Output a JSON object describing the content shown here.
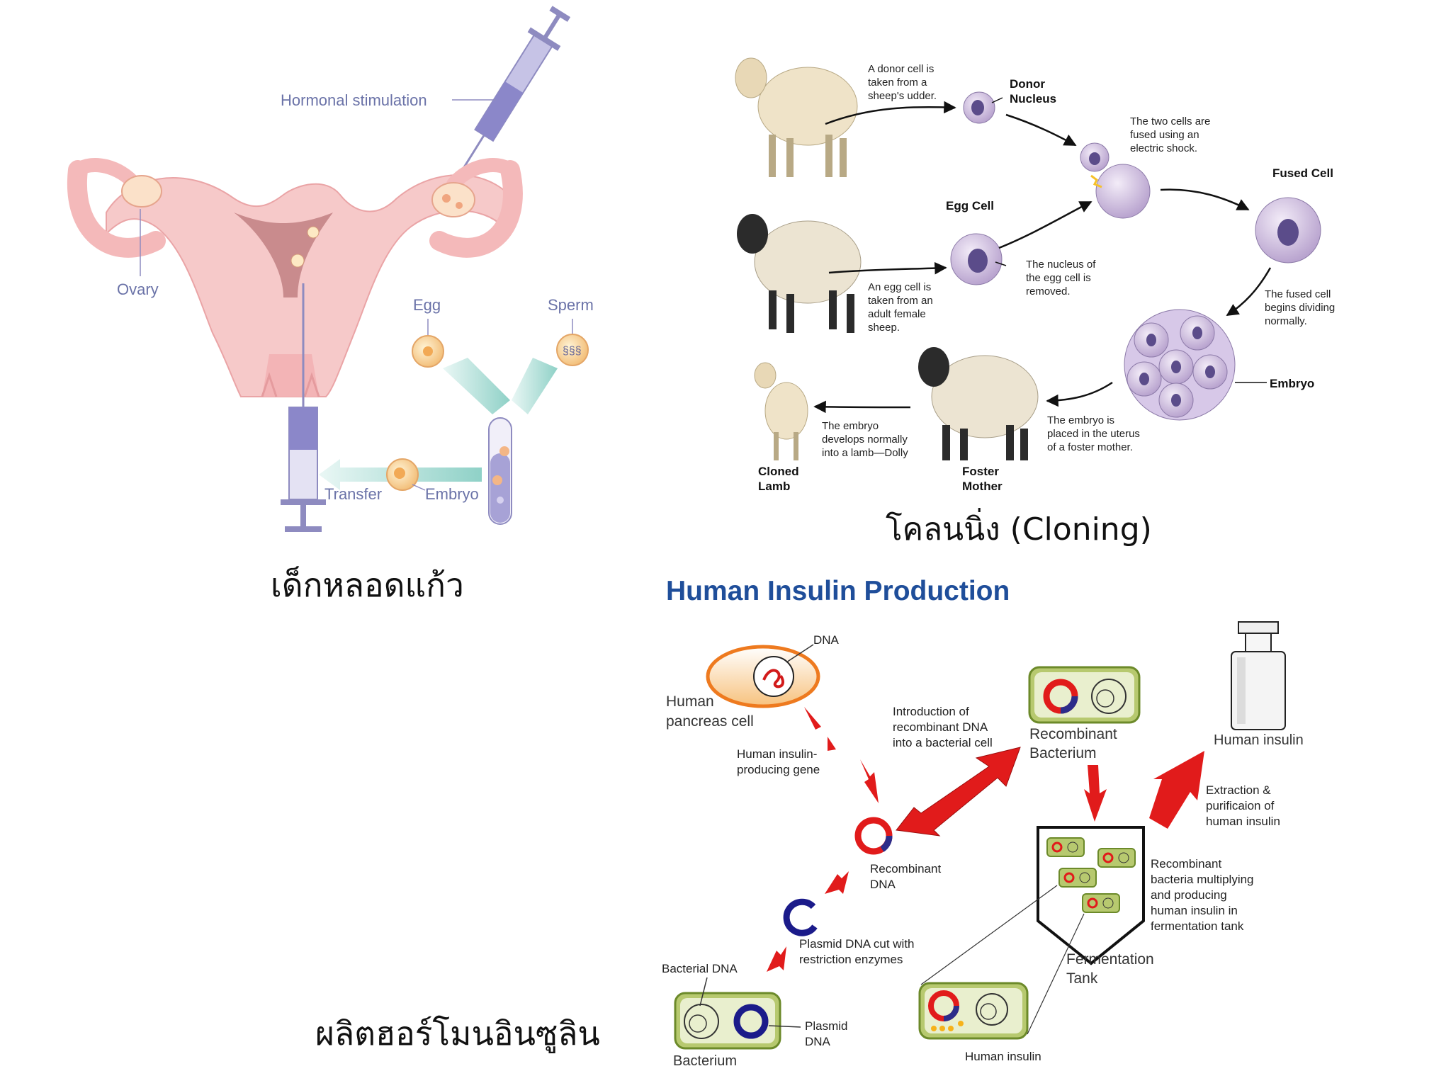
{
  "ivf": {
    "hormonal_stimulation": "Hormonal stimulation",
    "ovary": "Ovary",
    "egg": "Egg",
    "sperm": "Sperm",
    "transfer": "Transfer",
    "embryo": "Embryo",
    "caption": "เด็กหลอดแก้ว"
  },
  "cloning": {
    "donor_text": [
      "A donor cell is",
      "taken from a",
      "sheep's udder."
    ],
    "donor_nucleus": [
      "Donor",
      "Nucleus"
    ],
    "fused_text": [
      "The two cells are",
      "fused using an",
      "electric shock."
    ],
    "fused_cell": "Fused Cell",
    "egg_cell": "Egg Cell",
    "nucleus_removed": [
      "The nucleus of",
      "the egg cell is",
      "removed."
    ],
    "egg_taken": [
      "An egg cell is",
      "taken from an",
      "adult female",
      "sheep."
    ],
    "begins_dividing": [
      "The fused cell",
      "begins dividing",
      "normally."
    ],
    "embryo": "Embryo",
    "placed": [
      "The embryo is",
      "placed in the uterus",
      "of a foster mother."
    ],
    "develops": [
      "The embryo",
      "develops normally",
      "into a lamb—Dolly"
    ],
    "cloned_lamb": [
      "Cloned",
      "Lamb"
    ],
    "foster_mother": [
      "Foster",
      "Mother"
    ],
    "caption": "โคลนนิ่ง  (Cloning)"
  },
  "insulin": {
    "title": "Human Insulin Production",
    "dna": "DNA",
    "pancreas_cell": [
      "Human",
      "pancreas cell"
    ],
    "gene": [
      "Human insulin-",
      "producing gene"
    ],
    "introduction": [
      "Introduction of",
      "recombinant DNA",
      "into a bacterial cell"
    ],
    "recombinant_bacterium": [
      "Recombinant",
      "Bacterium"
    ],
    "human_insulin_top": "Human insulin",
    "extraction": [
      "Extraction &",
      "purificaion of",
      "human insulin"
    ],
    "recombinant_dna": [
      "Recombinant",
      "DNA"
    ],
    "multiplying": [
      "Recombinant",
      "bacteria multiplying",
      "and producing",
      "human insulin in",
      "fermentation tank"
    ],
    "plasmid_cut": [
      "Plasmid DNA cut with",
      "restriction enzymes"
    ],
    "bacterial_dna": "Bacterial DNA",
    "fermentation_tank": [
      "Fermentation",
      "Tank"
    ],
    "plasmid_dna": [
      "Plasmid",
      "DNA"
    ],
    "bacterium": "Bacterium",
    "human_insulin_bottom": "Human insulin",
    "caption": "ผลิตฮอร์โมนอินซูลิน"
  },
  "colors": {
    "title_blue": "#1f4e9a",
    "arrow_red": "#e11b1b",
    "bacterium_fill": "#b7c96f",
    "bacterium_stroke": "#6c8a2a"
  }
}
